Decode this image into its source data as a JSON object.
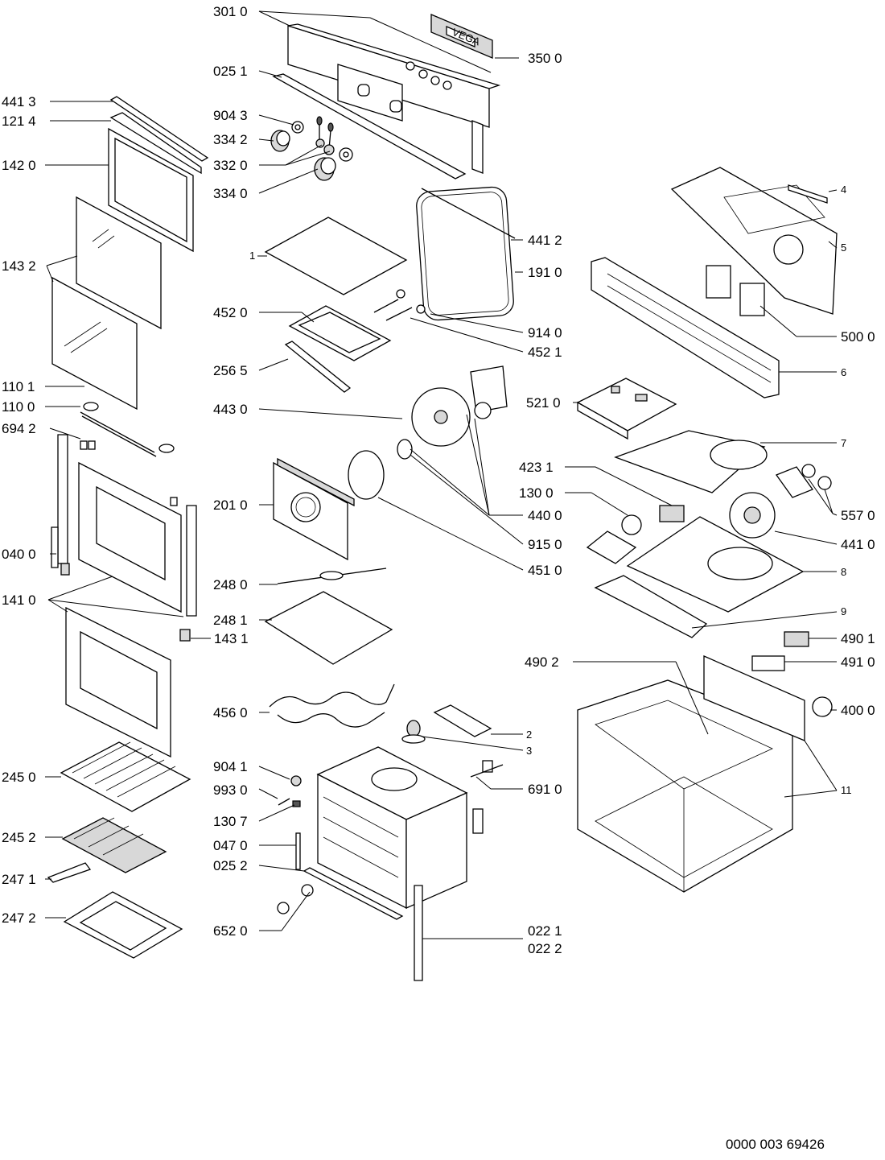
{
  "labels": {
    "l_3010": "301 0",
    "l_0251": "025 1",
    "l_4413": "441 3",
    "l_1214": "121 4",
    "l_9043": "904 3",
    "l_3342": "334 2",
    "l_3320": "332 0",
    "l_1420": "142 0",
    "l_3340": "334 0",
    "l_3500": "350 0",
    "l_4412": "441 2",
    "l_1": "1",
    "l_1910": "191 0",
    "l_1432": "143 2",
    "l_4520": "452 0",
    "l_9140": "914 0",
    "l_4521": "452 1",
    "l_2565": "256 5",
    "l_1101": "110 1",
    "l_1100": "110 0",
    "l_4430": "443 0",
    "l_5210": "521 0",
    "l_6942": "694 2",
    "l_4231": "423 1",
    "l_1300": "130 0",
    "l_2010": "201 0",
    "l_4400": "440 0",
    "l_0400": "040 0",
    "l_9150": "915 0",
    "l_4510": "451 0",
    "l_1410": "141 0",
    "l_2480": "248 0",
    "l_2481": "248 1",
    "l_1431": "143 1",
    "l_4560": "456 0",
    "l_2450": "245 0",
    "l_9041": "904 1",
    "l_9930": "993 0",
    "l_1307": "130 7",
    "l_2452": "245 2",
    "l_0470": "047 0",
    "l_0252": "025 2",
    "l_2471": "247 1",
    "l_2472": "247 2",
    "l_6520": "652 0",
    "l_0221": "022 1",
    "l_0222": "022 2",
    "l_6910": "691 0",
    "l_2": "2",
    "l_3": "3",
    "l_4": "4",
    "l_5": "5",
    "l_6": "6",
    "l_7": "7",
    "l_8": "8",
    "l_9": "9",
    "l_11": "11",
    "l_5000": "500 0",
    "l_5570": "557 0",
    "l_4410": "441 0",
    "l_4901": "490 1",
    "l_4902": "490 2",
    "l_4910": "491 0",
    "l_4000": "400 0"
  },
  "brand_text": "VEGA",
  "document_number": "0000 003 69426"
}
